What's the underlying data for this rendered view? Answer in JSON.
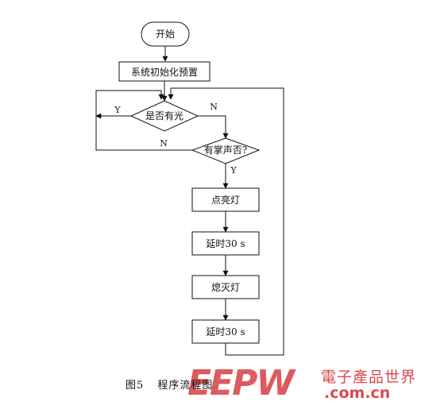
{
  "diagram": {
    "nodes": {
      "start": "开始",
      "init": "系统初始化预置",
      "decision_light": "是否有光",
      "decision_clap": "有掌声否?",
      "light_on": "点亮灯",
      "delay_1": "延时30 s",
      "light_off": "熄灭灯",
      "delay_2": "延时30 s"
    },
    "edge_labels": {
      "light_yes": "Y",
      "light_no": "N",
      "clap_no": "N",
      "clap_yes": "Y"
    }
  },
  "caption": {
    "number": "图5",
    "title": "程序流程图"
  },
  "watermark": {
    "letters": "EEPW",
    "chinese": "電子產品世界",
    "url": ".com.cn"
  },
  "colors": {
    "line": "#111111",
    "watermark": "#cf1d24"
  }
}
